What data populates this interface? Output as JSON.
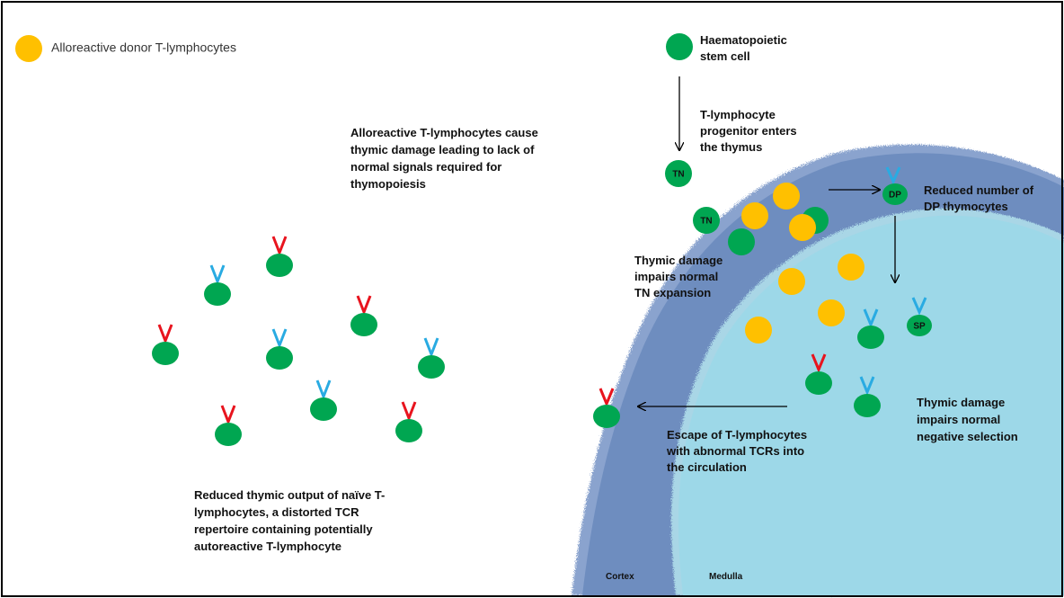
{
  "legend": {
    "alloreactive_label": "Alloreactive donor T-lymphocytes",
    "hsc_label_line1": "Haematopoietic",
    "hsc_label_line2": "stem cell"
  },
  "annotations": {
    "enters_thymus": [
      "T-lymphocyte",
      "progenitor enters",
      "the thymus"
    ],
    "thymic_damage_signals": [
      "Alloreactive T-lymphocytes cause",
      "thymic damage leading to lack of",
      "normal signals required for",
      "thymopoiesis"
    ],
    "reduced_dp": [
      "Reduced number of",
      "DP thymocytes"
    ],
    "tn_expansion": [
      "Thymic damage",
      "impairs normal",
      "TN expansion"
    ],
    "negative_selection": [
      "Thymic damage",
      "impairs normal",
      "negative selection"
    ],
    "escape": [
      "Escape of T-lymphocytes",
      "with abnormal TCRs into",
      "the circulation"
    ],
    "reduced_output": [
      "Reduced thymic output of naïve T-",
      "lymphocytes, a distorted TCR",
      "repertoire containing potentially",
      "autoreactive T-lymphocyte"
    ]
  },
  "cell_tags": {
    "tn": "TN",
    "dp": "DP",
    "sp": "SP"
  },
  "zones": {
    "cortex": "Cortex",
    "medulla": "Medulla"
  },
  "colors": {
    "alloreactive": "#FFC000",
    "stem_cell": "#00A651",
    "tcr_red": "#E8141E",
    "tcr_blue": "#29ABE2",
    "cortex": "#6E8DBF",
    "medulla": "#9DD8E8",
    "border": "#000000"
  }
}
